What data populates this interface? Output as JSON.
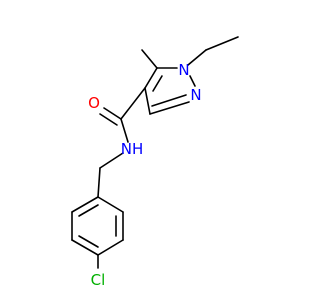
{
  "molecule": {
    "atoms": [
      {
        "id": "O",
        "text": "O",
        "color": "#ff0000"
      },
      {
        "id": "NH",
        "text": "NH",
        "color": "#0000ff"
      },
      {
        "id": "N1",
        "text": "N",
        "color": "#0000ff"
      },
      {
        "id": "N2",
        "text": "N",
        "color": "#0000ff"
      },
      {
        "id": "Cl",
        "text": "Cl",
        "color": "#00b000"
      }
    ],
    "bond_color": "#000000"
  }
}
